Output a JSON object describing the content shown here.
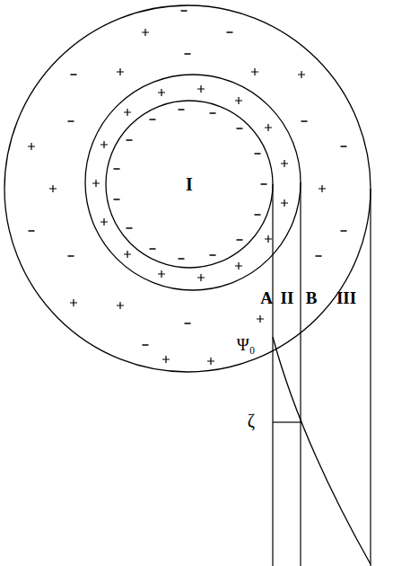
{
  "diagram": {
    "nodes": [
      {
        "text": [
          "I"
        ]
      }
    ],
    "labels": [
      "A",
      "II",
      "B",
      "III",
      "Ψ₀",
      "ζ"
    ]
  }
}
